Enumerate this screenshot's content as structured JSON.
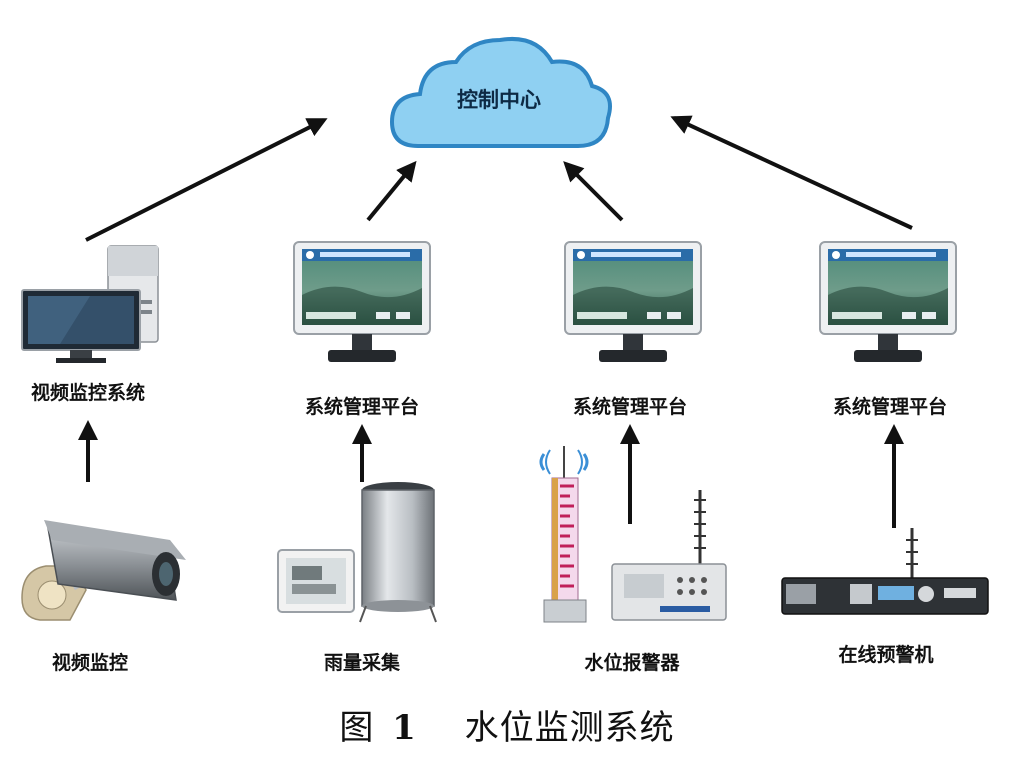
{
  "cloud": {
    "label": "控制中心",
    "fill": "#8fd0f2",
    "stroke": "#2f86c4"
  },
  "platforms": {
    "video": "视频监控系统",
    "mgmt_1": "系统管理平台",
    "mgmt_2": "系统管理平台",
    "mgmt_3": "系统管理平台"
  },
  "devices": {
    "camera": "视频监控",
    "rain": "雨量采集",
    "water_alarm": "水位报警器",
    "warning": "在线预警机"
  },
  "caption": {
    "prefix": "图",
    "number": "1",
    "title": "水位监测系统"
  },
  "colors": {
    "arrow": "#111111",
    "monitor_frame": "#e9ecef",
    "screen": "#3c6e62"
  }
}
